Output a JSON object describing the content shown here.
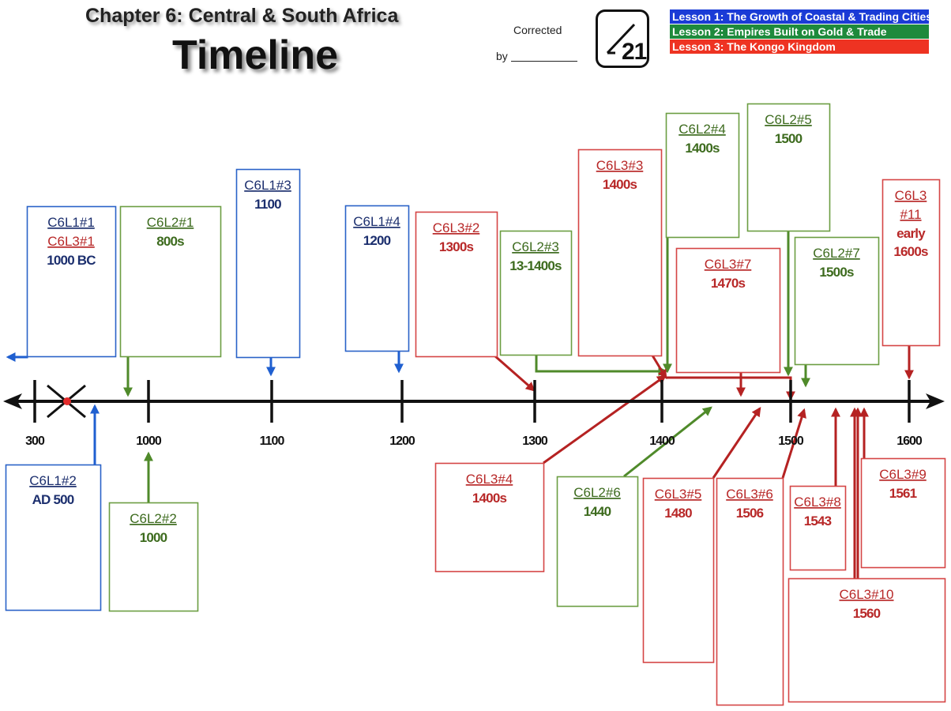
{
  "header": {
    "subtitle": "Chapter 6: Central & South Africa",
    "title": "Timeline",
    "corrected_label": "Corrected",
    "by_label": "by",
    "score_total": "21"
  },
  "legend": [
    {
      "label": "Lesson 1: The Growth of Coastal & Trading Cities",
      "color": "#1a3bd6"
    },
    {
      "label": "Lesson 2: Empires Built on Gold & Trade",
      "color": "#1e8a3c"
    },
    {
      "label": "Lesson 3: The Kongo Kingdom",
      "color": "#ee3322"
    }
  ],
  "colors": {
    "lesson1_border": "#2a62c8",
    "lesson1_text": "#1c2f6e",
    "lesson2_border": "#6c9d42",
    "lesson2_text": "#3d6b1e",
    "lesson3_border": "#d54545",
    "lesson3_text": "#b82828",
    "axis": "#111111"
  },
  "timeline": {
    "ticks": [
      "300",
      "1000",
      "1100",
      "1200",
      "1300",
      "1400",
      "1500",
      "1600"
    ]
  },
  "events": [
    {
      "id": "C6L1#1",
      "lines": [
        {
          "code": "C6L1#1",
          "lesson": 1
        },
        {
          "code": "C6L3#1",
          "lesson": 3
        }
      ],
      "date": "1000 BC",
      "lesson": 1
    },
    {
      "id": "C6L1#2",
      "lines": [
        {
          "code": "C6L1#2",
          "lesson": 1
        }
      ],
      "date": "AD 500",
      "lesson": 1
    },
    {
      "id": "C6L1#3",
      "lines": [
        {
          "code": "C6L1#3",
          "lesson": 1
        }
      ],
      "date": "1100",
      "lesson": 1
    },
    {
      "id": "C6L1#4",
      "lines": [
        {
          "code": "C6L1#4",
          "lesson": 1
        }
      ],
      "date": "1200",
      "lesson": 1
    },
    {
      "id": "C6L2#1",
      "lines": [
        {
          "code": "C6L2#1",
          "lesson": 2
        }
      ],
      "date": "800s",
      "lesson": 2
    },
    {
      "id": "C6L2#2",
      "lines": [
        {
          "code": "C6L2#2",
          "lesson": 2
        }
      ],
      "date": "1000",
      "lesson": 2
    },
    {
      "id": "C6L2#3",
      "lines": [
        {
          "code": "C6L2#3",
          "lesson": 2
        }
      ],
      "date": "13-1400s",
      "lesson": 2
    },
    {
      "id": "C6L2#4",
      "lines": [
        {
          "code": "C6L2#4",
          "lesson": 2
        }
      ],
      "date": "1400s",
      "lesson": 2
    },
    {
      "id": "C6L2#5",
      "lines": [
        {
          "code": "C6L2#5",
          "lesson": 2
        }
      ],
      "date": "1500",
      "lesson": 2
    },
    {
      "id": "C6L2#6",
      "lines": [
        {
          "code": "C6L2#6",
          "lesson": 2
        }
      ],
      "date": "1440",
      "lesson": 2
    },
    {
      "id": "C6L2#7",
      "lines": [
        {
          "code": "C6L2#7",
          "lesson": 2
        }
      ],
      "date": "1500s",
      "lesson": 2
    },
    {
      "id": "C6L3#2",
      "lines": [
        {
          "code": "C6L3#2",
          "lesson": 3
        }
      ],
      "date": "1300s",
      "lesson": 3
    },
    {
      "id": "C6L3#3",
      "lines": [
        {
          "code": "C6L3#3",
          "lesson": 3
        }
      ],
      "date": "1400s",
      "lesson": 3
    },
    {
      "id": "C6L3#4",
      "lines": [
        {
          "code": "C6L3#4",
          "lesson": 3
        }
      ],
      "date": "1400s",
      "lesson": 3
    },
    {
      "id": "C6L3#5",
      "lines": [
        {
          "code": "C6L3#5",
          "lesson": 3
        }
      ],
      "date": "1480",
      "lesson": 3
    },
    {
      "id": "C6L3#6",
      "lines": [
        {
          "code": "C6L3#6",
          "lesson": 3
        }
      ],
      "date": "1506",
      "lesson": 3
    },
    {
      "id": "C6L3#7",
      "lines": [
        {
          "code": "C6L3#7",
          "lesson": 3
        }
      ],
      "date": "1470s",
      "lesson": 3
    },
    {
      "id": "C6L3#8",
      "lines": [
        {
          "code": "C6L3#8",
          "lesson": 3
        }
      ],
      "date": "1543",
      "lesson": 3
    },
    {
      "id": "C6L3#9",
      "lines": [
        {
          "code": "C6L3#9",
          "lesson": 3
        }
      ],
      "date": "1561",
      "lesson": 3
    },
    {
      "id": "C6L3#10",
      "lines": [
        {
          "code": "C6L3#10",
          "lesson": 3
        }
      ],
      "date": "1560",
      "lesson": 3
    },
    {
      "id": "C6L3#11",
      "lines": [
        {
          "code": "C6L3",
          "lesson": 3
        },
        {
          "code": "#11",
          "lesson": 3
        }
      ],
      "date": "early 1600s",
      "date_lines": [
        "early",
        "1600s"
      ],
      "lesson": 3
    }
  ]
}
